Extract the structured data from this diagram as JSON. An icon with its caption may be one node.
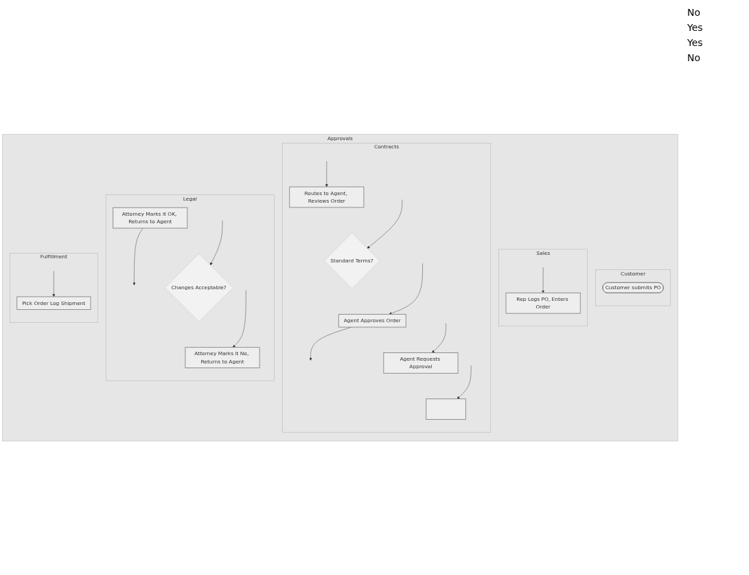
{
  "diagram": {
    "nodes": [
      {
        "text": [
          "Approvals"
        ]
      },
      {
        "text": [
          "Customer"
        ],
        "in": 0
      },
      {
        "text": [
          "Customer submits PO"
        ],
        "in": 1
      },
      {
        "text": [
          "Sales"
        ],
        "in": 0
      },
      {
        "text": [
          "Rep Logs PO, Enters Order"
        ],
        "in": 3
      },
      {
        "text": [
          "Contracts"
        ],
        "in": 0
      },
      {
        "text": [
          "Routes to Agent, Reviews Order"
        ],
        "in": 5
      },
      {
        "text": [
          "Standard Terms?"
        ],
        "in": 5
      },
      {
        "text": [
          "Agent Approves Order"
        ],
        "in": 5
      },
      {
        "text": [
          "Agent Requests Approval"
        ],
        "in": 5
      },
      {
        "text": [],
        "shape": "box",
        "in": 5
      },
      {
        "text": [
          "Legal"
        ],
        "in": 0
      },
      {
        "text": [
          "Attorney Marks it OK, Returns to Agent"
        ],
        "in": 11
      },
      {
        "text": [
          "Changes Acceptable?"
        ],
        "in": 11
      },
      {
        "text": [
          "Attorney Marks it No, Returns to Agent"
        ],
        "in": 11
      },
      {
        "text": [
          "Fulfillment"
        ],
        "in": 0
      },
      {
        "text": [
          "Pick Order Log Shipment"
        ],
        "in": 15
      }
    ],
    "edges": [
      {
        "from": null,
        "to": 4,
        "arrow": "to"
      },
      {
        "from": null,
        "to": 6,
        "arrow": "to"
      },
      {
        "from": null,
        "to": 7,
        "arrow": "to"
      },
      {
        "from": null,
        "to": 8,
        "arrow": "to"
      },
      {
        "from": 8,
        "to": null,
        "arrow": "to"
      },
      {
        "from": null,
        "to": 9,
        "arrow": "to"
      },
      {
        "from": null,
        "to": 10,
        "arrow": "to"
      },
      {
        "from": 12,
        "to": null,
        "arrow": "to"
      },
      {
        "from": null,
        "to": 13,
        "arrow": "to"
      },
      {
        "from": null,
        "to": 14,
        "arrow": "to"
      },
      {
        "from": null,
        "to": 16,
        "arrow": "to"
      }
    ],
    "labels": [
      "No",
      "Yes",
      "Yes",
      "No"
    ]
  }
}
